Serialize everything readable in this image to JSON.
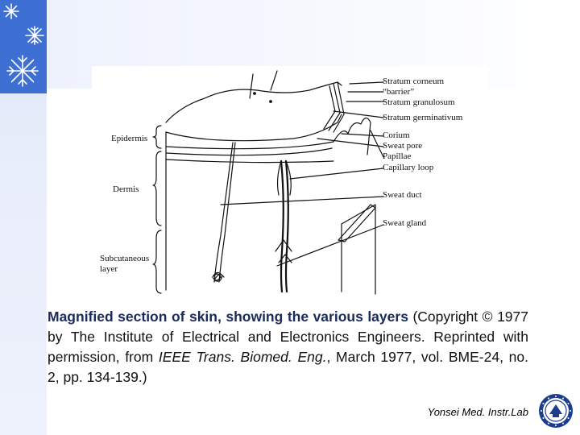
{
  "figure": {
    "labels_right": [
      "Stratum corneum",
      "“barrier”",
      "Stratum granulosum",
      "Stratum germinativum",
      "Corium",
      "Sweat pore",
      "Papillae",
      "Capillary loop",
      "Sweat duct",
      "Sweat gland"
    ],
    "labels_left": {
      "epidermis": "Epidermis",
      "dermis": "Dermis",
      "subcutaneous_line1": "Subcutaneous",
      "subcutaneous_line2": "layer"
    }
  },
  "caption": {
    "title": "Magnified section of skin, showing the various layers",
    "text1": " (Copyright © 1977 by The Institute of Electrical and Electronics Engineers. Reprinted with permission, from ",
    "journal": "IEEE Trans. Biomed. Eng.",
    "text2": ", March 1977, vol. BME-24, no. 2, pp. 134-139.)"
  },
  "footer": {
    "lab": "Yonsei Med. Instr.Lab"
  },
  "colors": {
    "sidebar_accent": "#3e6fd2",
    "caption_title": "#1a2a5a"
  },
  "icons": [
    "snowflake-icon",
    "university-seal-icon"
  ]
}
